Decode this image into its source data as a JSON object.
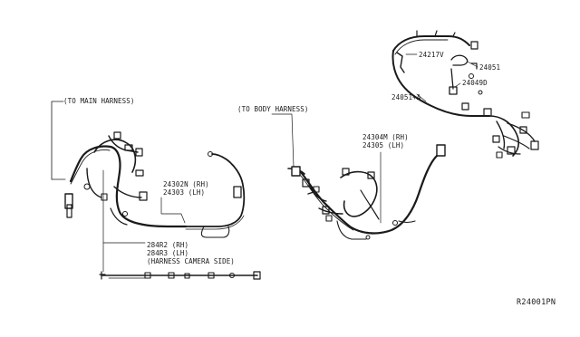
{
  "diagram": {
    "callouts": {
      "to_main_harness": "(TO MAIN HARNESS)",
      "to_body_harness": "(TO BODY HARNESS)",
      "harness_camera_side": "(HARNESS CAMERA SIDE)"
    },
    "parts": {
      "p24302n": "24302N (RH)",
      "p24303": "24303 (LH)",
      "p284r2": "284R2 (RH)",
      "p284r3": "284R3 (LH)",
      "p24304m": "24304M (RH)",
      "p24305": "24305 (LH)",
      "p24217v": "24217V",
      "p24051": "24051",
      "p24049d": "24049D",
      "p24051a": "24051+A"
    },
    "reference_code": "R24001PN",
    "colors": {
      "line": "#1a1a1a",
      "background": "#ffffff"
    }
  }
}
